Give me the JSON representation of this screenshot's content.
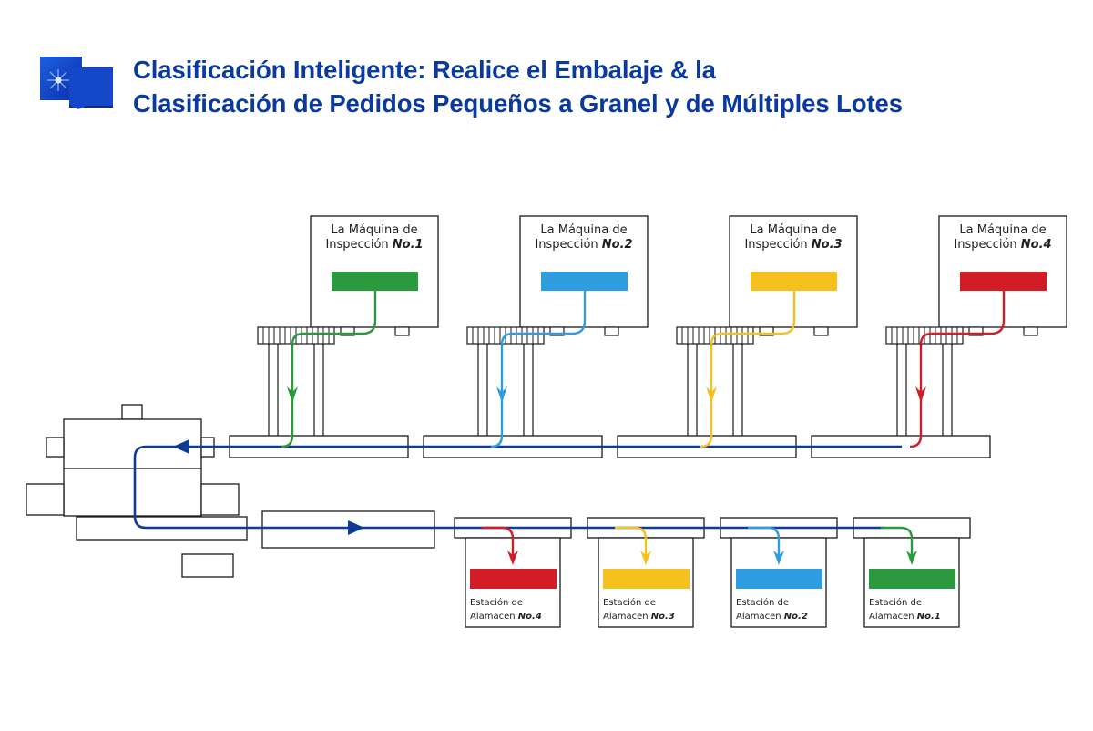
{
  "header": {
    "title_line1": "Clasificación Inteligente: Realice el Embalaje & la",
    "title_line2": "Clasificación de Pedidos Pequeños a Granel y de Múltiples Lotes"
  },
  "colors": {
    "title": "#0a3aa0",
    "main_flow": "#0d3b96",
    "green": "#2b9a3f",
    "blue": "#2f9ee0",
    "yellow": "#f4c11f",
    "red": "#d21d26"
  },
  "machines": [
    {
      "label_prefix": "La Máquina de",
      "label_line2": "Inspección",
      "number": "No.1",
      "color": "#2b9a3f"
    },
    {
      "label_prefix": "La Máquina de",
      "label_line2": "Inspección",
      "number": "No.2",
      "color": "#2f9ee0"
    },
    {
      "label_prefix": "La Máquina de",
      "label_line2": "Inspección",
      "number": "No.3",
      "color": "#f4c11f"
    },
    {
      "label_prefix": "La Máquina de",
      "label_line2": "Inspección",
      "number": "No.4",
      "color": "#d21d26"
    }
  ],
  "stations": [
    {
      "label_line1": "Estación de",
      "label_line2": "Alamacen",
      "number": "No.4",
      "color": "#d21d26"
    },
    {
      "label_line1": "Estación de",
      "label_line2": "Alamacen",
      "number": "No.3",
      "color": "#f4c11f"
    },
    {
      "label_line1": "Estación de",
      "label_line2": "Alamacen",
      "number": "No.2",
      "color": "#2f9ee0"
    },
    {
      "label_line1": "Estación de",
      "label_line2": "Alamacen",
      "number": "No.1",
      "color": "#2b9a3f"
    }
  ]
}
